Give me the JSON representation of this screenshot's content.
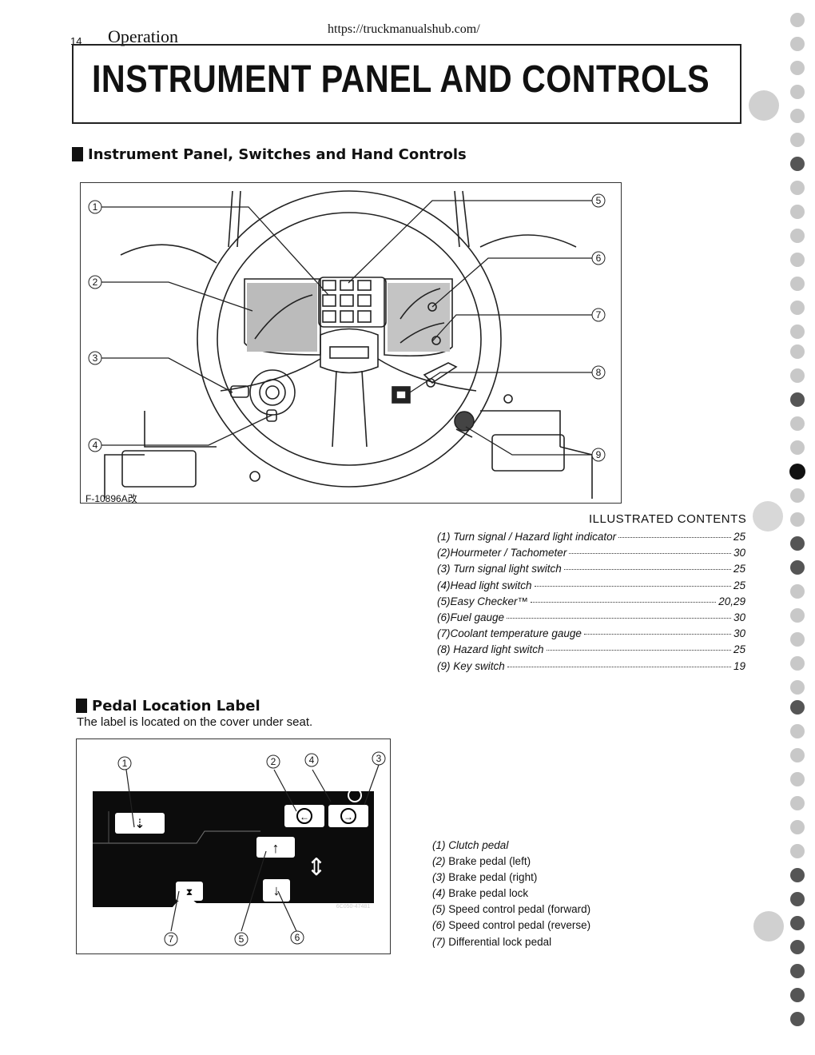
{
  "header": {
    "page_number": "14",
    "section": "Operation",
    "url": "https://truckmanualshub.com/"
  },
  "title": "INSTRUMENT PANEL AND CONTROLS",
  "panel_section": {
    "heading": "Instrument Panel, Switches and Hand Controls",
    "figure_id": "F-10896A改",
    "callouts": [
      "1",
      "2",
      "3",
      "4",
      "5",
      "6",
      "7",
      "8",
      "9"
    ],
    "contents_title": "ILLUSTRATED CONTENTS",
    "items": [
      {
        "num": "(1)",
        "label": "Turn signal / Hazard light indicator",
        "page": "25"
      },
      {
        "num": "(2)",
        "label": "Hourmeter / Tachometer",
        "page": "30"
      },
      {
        "num": "(3)",
        "label": "Turn signal light switch",
        "page": "25"
      },
      {
        "num": "(4)",
        "label": "Head light switch",
        "page": "25"
      },
      {
        "num": "(5)",
        "label": "Easy Checker™",
        "page": "20,29"
      },
      {
        "num": "(6)",
        "label": "Fuel gauge",
        "page": "30"
      },
      {
        "num": "(7)",
        "label": "Coolant temperature gauge",
        "page": "30"
      },
      {
        "num": "(8)",
        "label": "Hazard light switch",
        "page": "25"
      },
      {
        "num": "(9)",
        "label": "Key switch",
        "page": "19"
      }
    ]
  },
  "pedal_section": {
    "heading": "Pedal Location Label",
    "subtext": "The label is located on the cover under seat.",
    "label_code": "6C050-47481",
    "callouts": [
      "1",
      "2",
      "4",
      "3",
      "7",
      "5",
      "6"
    ],
    "items": [
      {
        "num": "(1)",
        "label": "Clutch pedal"
      },
      {
        "num": "(2)",
        "label": "Brake pedal (left)"
      },
      {
        "num": "(3)",
        "label": "Brake pedal (right)"
      },
      {
        "num": "(4)",
        "label": "Brake pedal lock"
      },
      {
        "num": "(5)",
        "label": "Speed control pedal (forward)"
      },
      {
        "num": "(6)",
        "label": "Speed control pedal (reverse)"
      },
      {
        "num": "(7)",
        "label": "Differential lock pedal"
      }
    ]
  }
}
